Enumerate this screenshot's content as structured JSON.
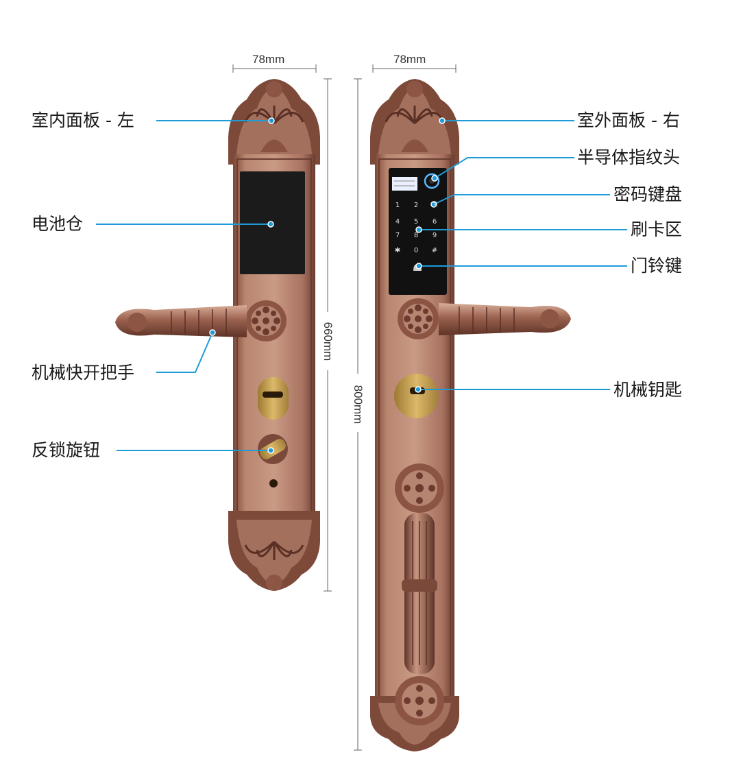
{
  "dimensions": {
    "left_width": "78mm",
    "right_width": "78mm",
    "left_height": "660mm",
    "right_height": "800mm"
  },
  "labels_left": {
    "inner_panel": "室内面板 - 左",
    "battery_box": "电池仓",
    "mechanical_handle": "机械快开把手",
    "anti_lock_knob": "反锁旋钮"
  },
  "labels_right": {
    "outer_panel": "室外面板 - 右",
    "fingerprint": "半导体指纹头",
    "keypad": "密码键盘",
    "card_area": "刷卡区",
    "doorbell": "门铃键",
    "mechanical_key": "机械钥匙"
  },
  "keypad_keys": [
    "1",
    "2",
    "3",
    "4",
    "5",
    "6",
    "7",
    "8",
    "9",
    "✱",
    "0",
    "#"
  ],
  "colors": {
    "copper": "#b07a63",
    "copper_dark": "#6e4033",
    "leader_line": "#1e9bd7",
    "brass": "#c9a24f"
  }
}
